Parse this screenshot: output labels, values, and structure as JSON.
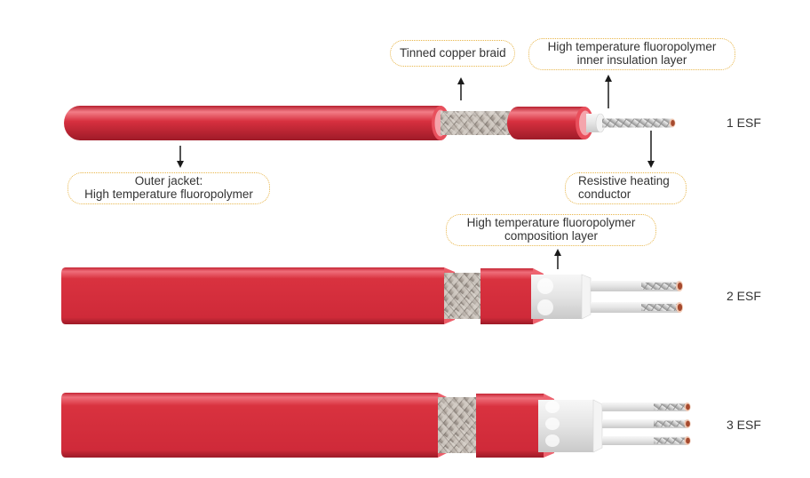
{
  "title": "",
  "colors": {
    "jacket": "#d42c3b",
    "jacket_highlight": "#f07a84",
    "jacket_shadow": "#a61c2a",
    "braid": "#b9b2ab",
    "insulation": "#eeeeee",
    "conductor": "#c7c7c7",
    "wire_core": "#a64a2e",
    "callout_border": "#e8b64a",
    "arrow": "#1a1a1a",
    "text": "#333333"
  },
  "callouts": {
    "braid": {
      "line1": "Tinned copper braid"
    },
    "inner_insulation": {
      "line1": "High temperature fluoropolymer",
      "line2": "inner insulation layer"
    },
    "outer_jacket": {
      "line1": "Outer jacket:",
      "line2": "High temperature fluoropolymer"
    },
    "heating_conductor": {
      "line1": "Resistive heating",
      "line2": "conductor"
    },
    "composition_layer": {
      "line1": "High temperature fluoropolymer",
      "line2": "composition layer"
    }
  },
  "cables": [
    {
      "label": "1 ESF",
      "conductors": 1
    },
    {
      "label": "2 ESF",
      "conductors": 2
    },
    {
      "label": "3 ESF",
      "conductors": 3
    }
  ]
}
